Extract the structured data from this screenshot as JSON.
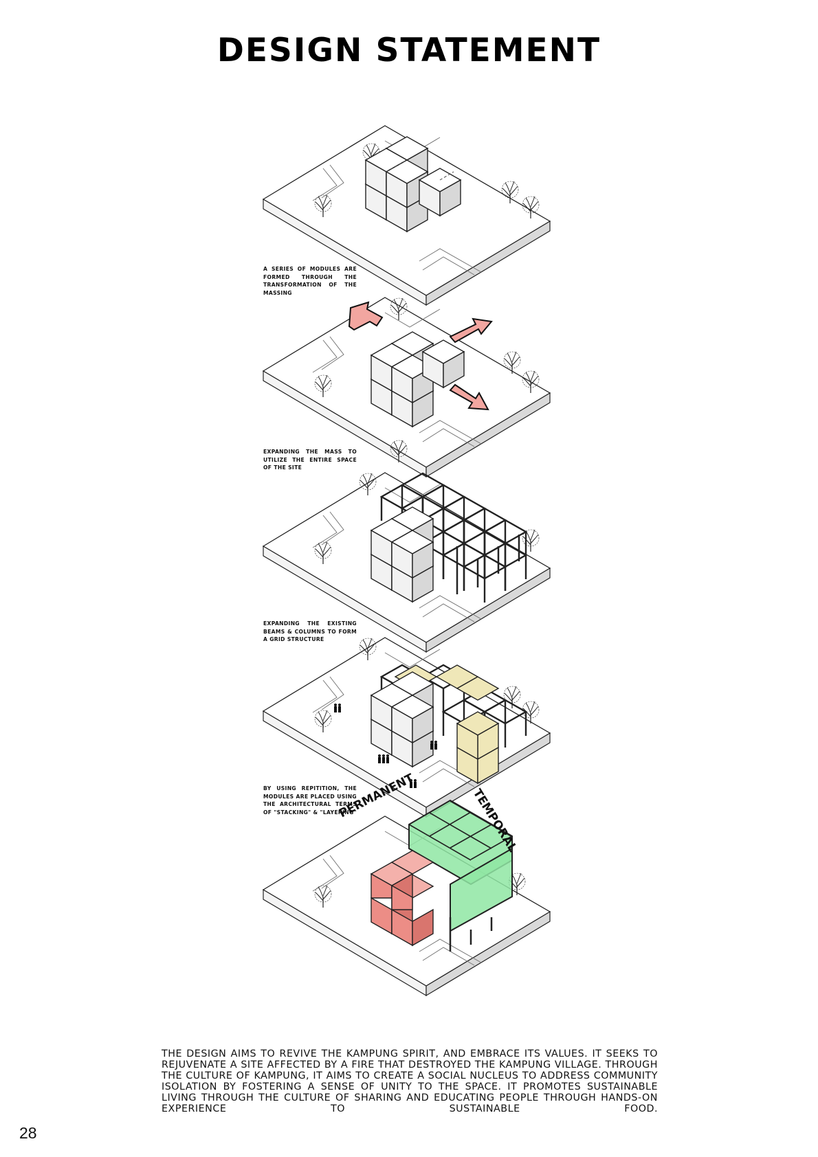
{
  "page": {
    "title": "DESIGN STATEMENT",
    "page_number": "28"
  },
  "steps": [
    {
      "caption": "A series of modules are formed through the transformation of the massing"
    },
    {
      "caption": "Expanding the mass to utilize the entire space of the site"
    },
    {
      "caption": "Expanding the existing beams & columns to form a grid structure"
    },
    {
      "caption": "By using repitition, the modules are placed using the architectural terms of \"stacking\" & \"layering\""
    },
    {
      "caption": ""
    }
  ],
  "labels": {
    "permanent": "PERMANENT",
    "temporal": "TEMPORAL"
  },
  "colors": {
    "arrow": "#f2a6a0",
    "stacked_module": "#efe7b8",
    "permanent": "#ec8d86",
    "temporal": "#8fe6a3"
  },
  "statement": "THE DESIGN AIMS TO REVIVE THE KAMPUNG SPIRIT, AND EMBRACE ITS VALUES. IT SEEKS TO REJUVENATE A SITE AFFECTED BY A FIRE THAT DESTROYED THE KAMPUNG VILLAGE. THROUGH THE CULTURE OF KAMPUNG, IT AIMS TO CREATE A SOCIAL NUCLEUS TO ADDRESS COMMUNITY ISOLATION BY FOSTERING A SENSE OF UNITY TO THE SPACE. IT PROMOTES SUSTAINABLE LIVING THROUGH THE CULTURE OF SHARING AND EDUCATING PEOPLE THROUGH HANDS-ON EXPERIENCE TO SUSTAINABLE FOOD."
}
